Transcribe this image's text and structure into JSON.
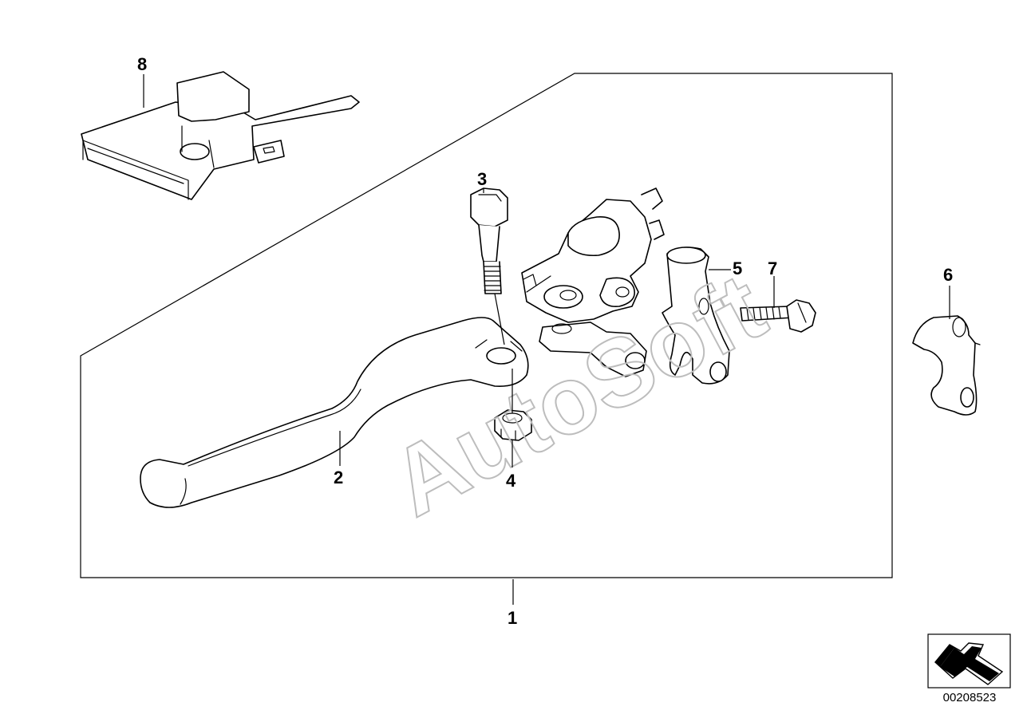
{
  "callouts": {
    "c1": "1",
    "c2": "2",
    "c3": "3",
    "c4": "4",
    "c5": "5",
    "c6": "6",
    "c7": "7",
    "c8": "8"
  },
  "watermark": "AutoSoft",
  "doc_number": "00208523",
  "icons": {
    "orientation": "direction-arrow-icon"
  }
}
